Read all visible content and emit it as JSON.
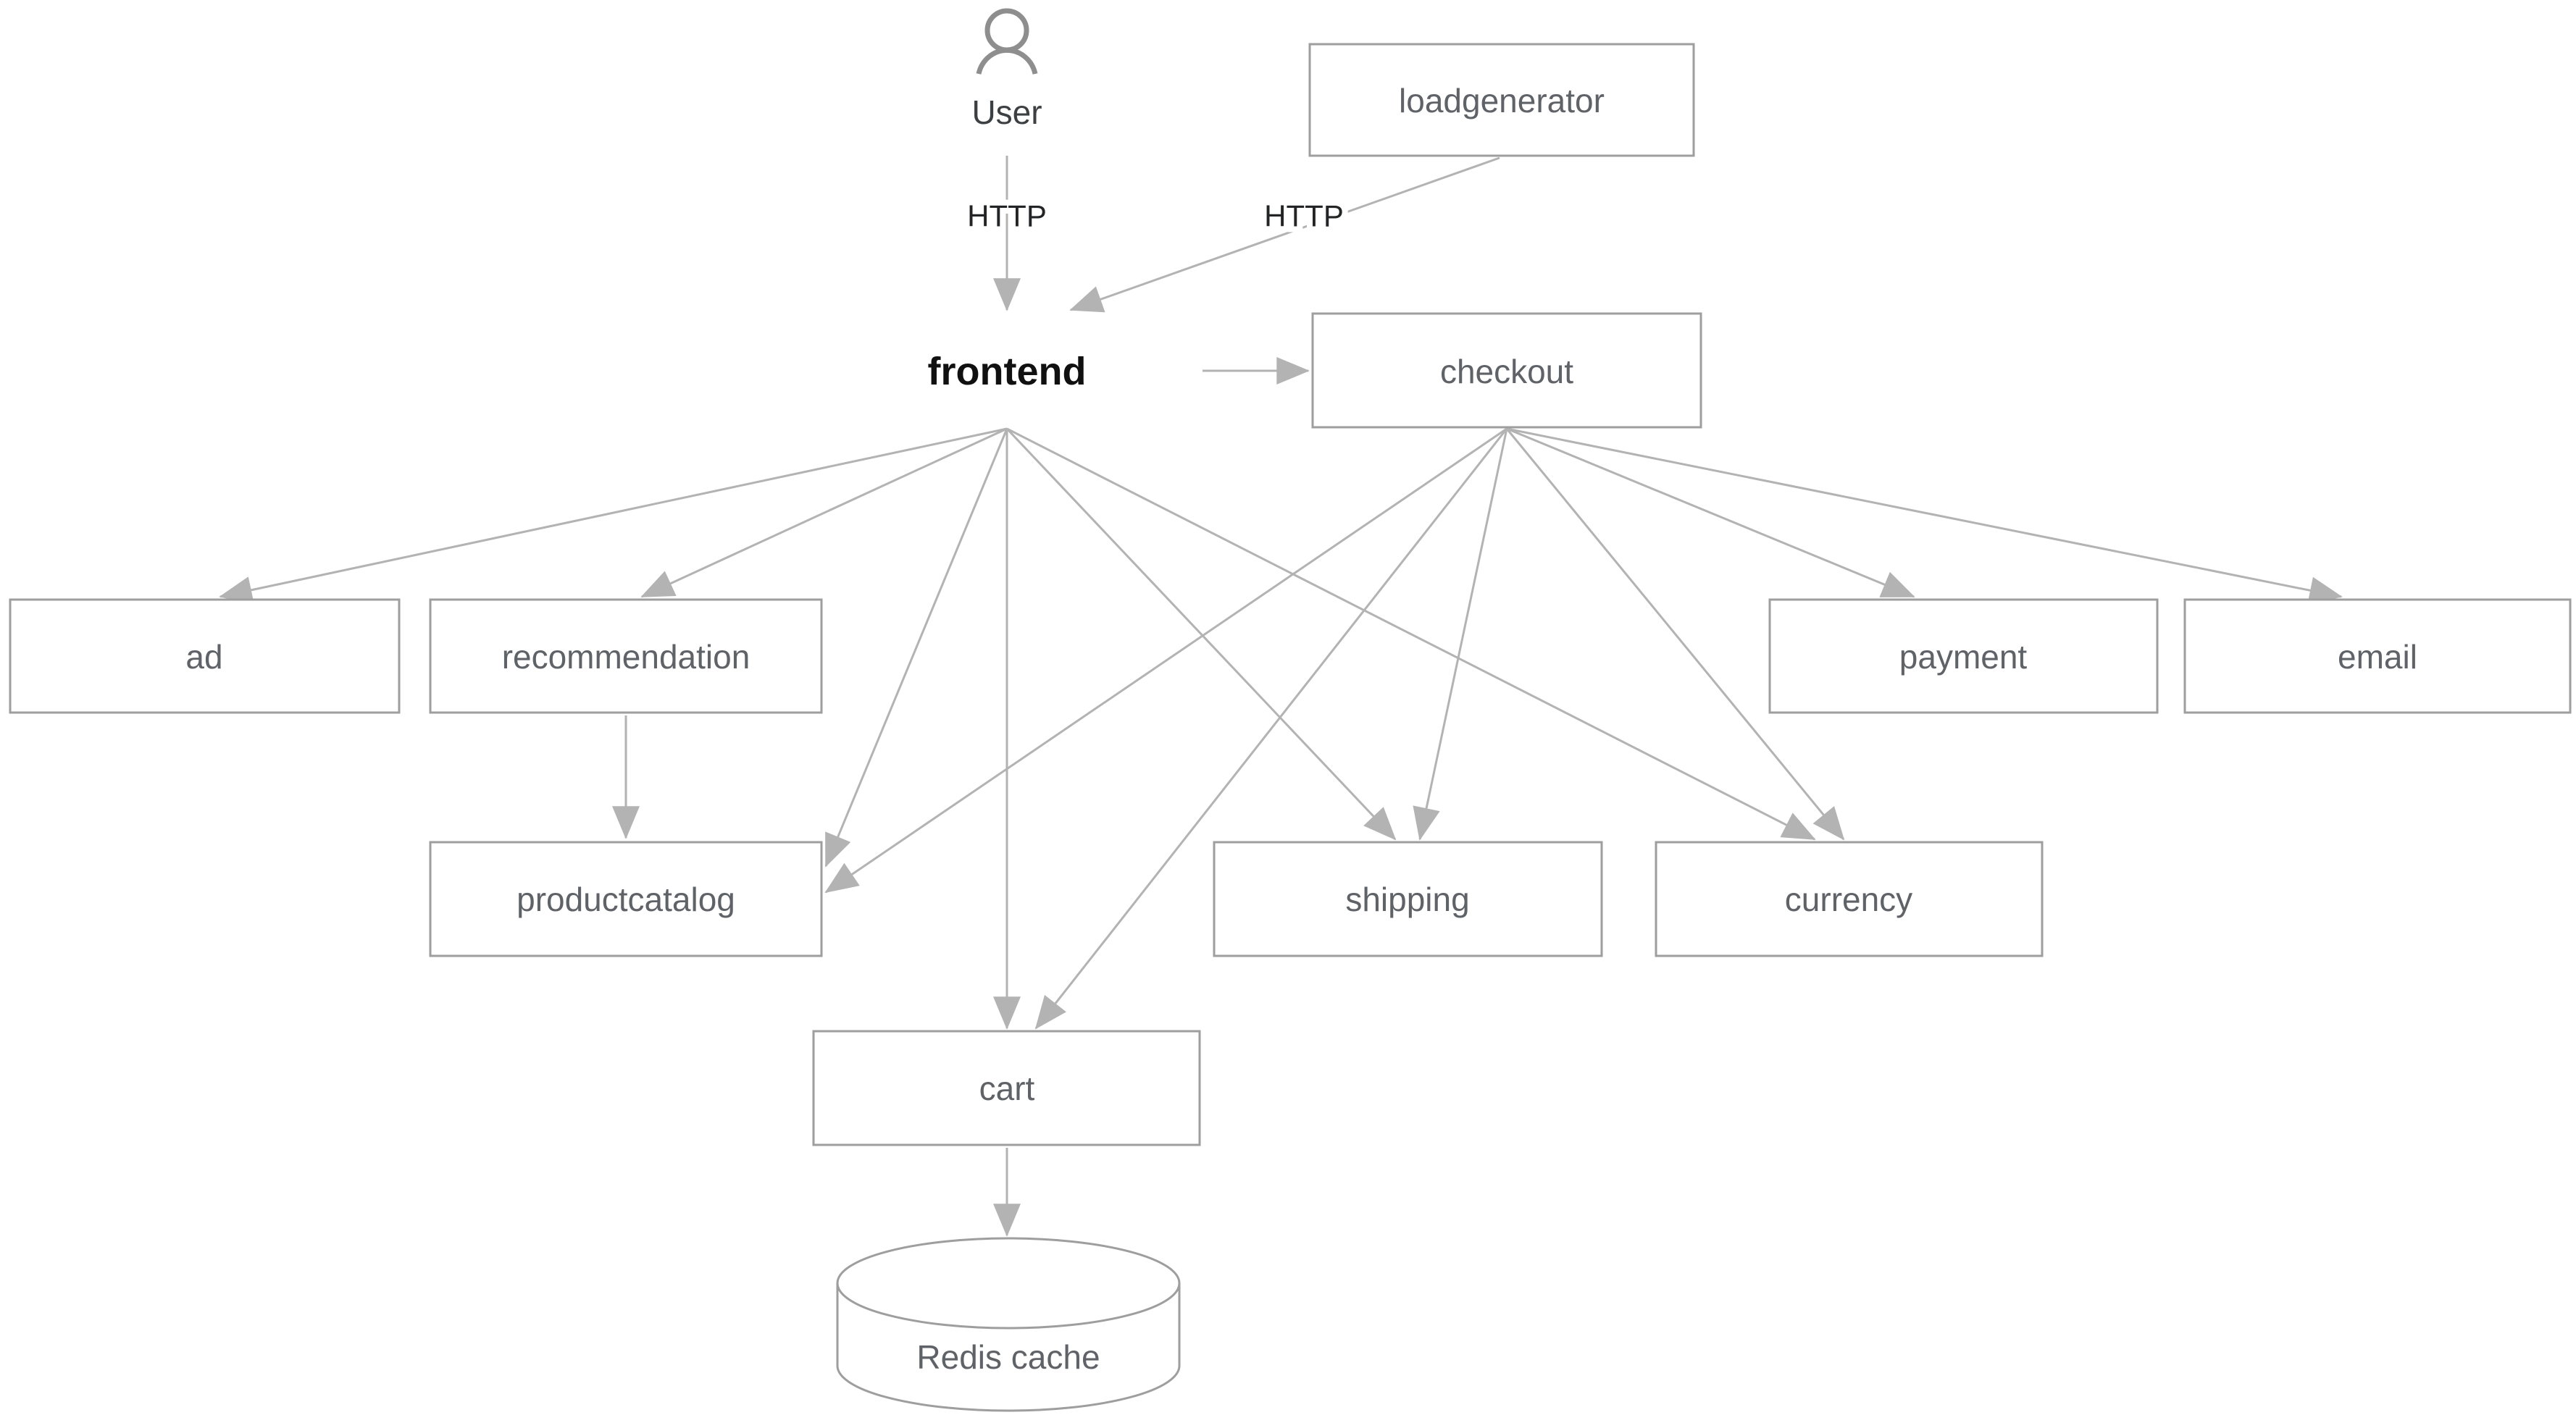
{
  "diagram": {
    "actor": {
      "label": "User"
    },
    "nodes": {
      "loadgenerator": {
        "label": "loadgenerator",
        "type": "service"
      },
      "frontend": {
        "label": "frontend",
        "type": "service",
        "highlighted": true
      },
      "checkout": {
        "label": "checkout",
        "type": "service"
      },
      "ad": {
        "label": "ad",
        "type": "service"
      },
      "recommendation": {
        "label": "recommendation",
        "type": "service"
      },
      "payment": {
        "label": "payment",
        "type": "service"
      },
      "email": {
        "label": "email",
        "type": "service"
      },
      "productcatalog": {
        "label": "productcatalog",
        "type": "service"
      },
      "shipping": {
        "label": "shipping",
        "type": "service"
      },
      "currency": {
        "label": "currency",
        "type": "service"
      },
      "cart": {
        "label": "cart",
        "type": "service"
      },
      "redis": {
        "label": "Redis cache",
        "type": "database"
      }
    },
    "edges": [
      {
        "from": "User",
        "to": "frontend",
        "label": "HTTP"
      },
      {
        "from": "loadgenerator",
        "to": "frontend",
        "label": "HTTP"
      },
      {
        "from": "frontend",
        "to": "checkout"
      },
      {
        "from": "frontend",
        "to": "ad"
      },
      {
        "from": "frontend",
        "to": "recommendation"
      },
      {
        "from": "frontend",
        "to": "productcatalog"
      },
      {
        "from": "frontend",
        "to": "cart"
      },
      {
        "from": "frontend",
        "to": "shipping"
      },
      {
        "from": "frontend",
        "to": "currency"
      },
      {
        "from": "checkout",
        "to": "productcatalog"
      },
      {
        "from": "checkout",
        "to": "cart"
      },
      {
        "from": "checkout",
        "to": "shipping"
      },
      {
        "from": "checkout",
        "to": "currency"
      },
      {
        "from": "checkout",
        "to": "payment"
      },
      {
        "from": "checkout",
        "to": "email"
      },
      {
        "from": "recommendation",
        "to": "productcatalog"
      },
      {
        "from": "cart",
        "to": "redis"
      }
    ],
    "colors": {
      "frontend_fill": "#e4dfe0",
      "node_border": "#9e9e9e",
      "node_text": "#5f6368",
      "frontend_text": "#101010",
      "edge": "#b3b3b3",
      "edge_label_text": "#222426",
      "actor_icon": "#8e8e8e"
    }
  }
}
